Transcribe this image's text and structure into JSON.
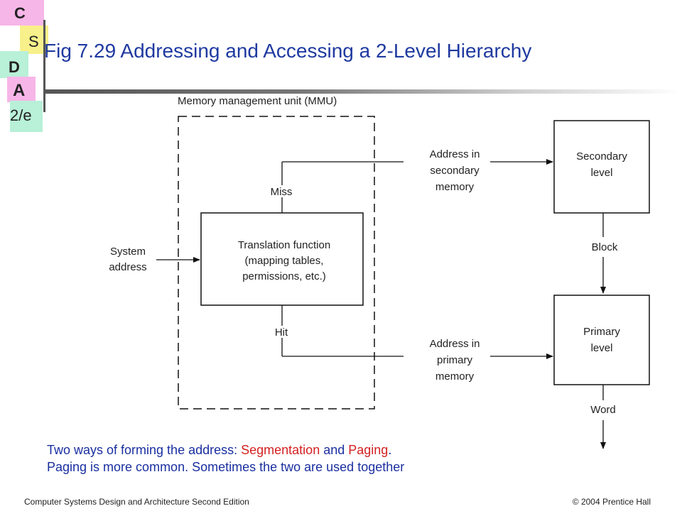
{
  "logo": {
    "letters": [
      "C",
      "S",
      "D",
      "A",
      "2/e"
    ]
  },
  "title": "Fig 7.29   Addressing and Accessing a 2-Level Hierarchy",
  "diagram": {
    "mmu_label": "Memory management unit (MMU)",
    "translation_line1": "Translation function",
    "translation_line2": "(mapping tables,",
    "translation_line3": "permissions, etc.)",
    "system_address_line1": "System",
    "system_address_line2": "address",
    "miss": "Miss",
    "hit": "Hit",
    "addr_secondary_line1": "Address in",
    "addr_secondary_line2": "secondary",
    "addr_secondary_line3": "memory",
    "addr_primary_line1": "Address in",
    "addr_primary_line2": "primary",
    "addr_primary_line3": "memory",
    "secondary_line1": "Secondary",
    "secondary_line2": "level",
    "primary_line1": "Primary",
    "primary_line2": "level",
    "block": "Block",
    "word": "Word"
  },
  "caption": {
    "line1_prefix": "Two ways of forming the address: ",
    "segmentation": "Segmentation",
    "and": " and ",
    "paging": "Paging",
    "line1_suffix": ".",
    "line2": "Paging is more common. Sometimes the two are used together"
  },
  "footer": {
    "left": "Computer Systems Design and Architecture Second Edition",
    "right": "© 2004 Prentice Hall"
  },
  "colors": {
    "title": "#1f3aa0",
    "caption": "#1a2fa0",
    "highlight": "#d42020"
  }
}
